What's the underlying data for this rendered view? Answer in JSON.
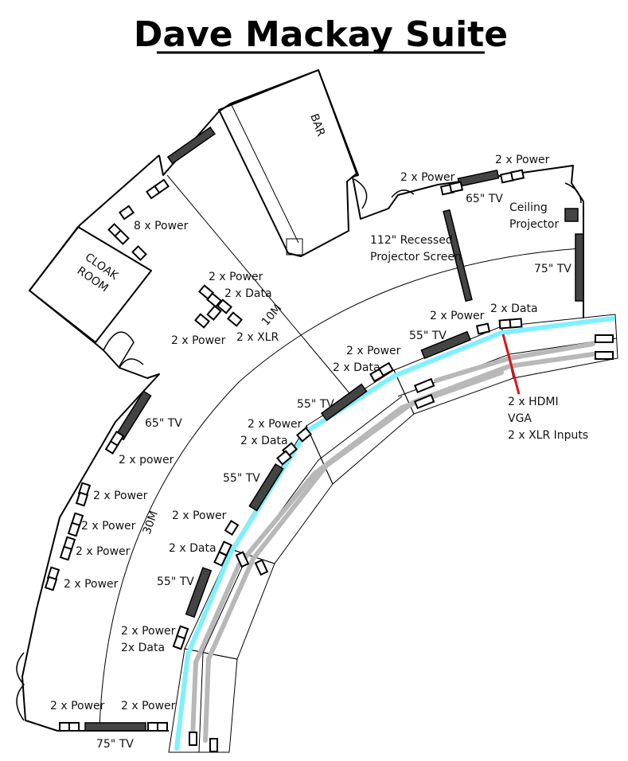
{
  "title": "Dave Mackay Suite",
  "rooms": {
    "bar": "BAR",
    "cloak_room_line1": "CLOAK",
    "cloak_room_line2": "ROOM"
  },
  "dimensions": {
    "short": "10M",
    "long": "30M"
  },
  "labels": {
    "power_8": "8 x Power",
    "power_2": "2 x Power",
    "power_2_lower": "2 x power",
    "data_2": "2 x Data",
    "data_2x": "2x Data",
    "xlr_2": "2 x XLR",
    "tv_65": "65\" TV",
    "tv_55": "55\" TV",
    "tv_75": "75\" TV",
    "screen_line1": "112\" Recessed",
    "screen_line2": "Projector Screen",
    "ceiling_line1": "Ceiling",
    "ceiling_line2": "Projector",
    "inputs_line1": "2 x HDMI",
    "inputs_line2": "VGA",
    "inputs_line3": "2 x XLR Inputs"
  },
  "colors": {
    "cyan_strip": "#7ff0ff",
    "grey_strip": "#b8b8b8",
    "tv": "#444444",
    "cable": "#d9161c"
  }
}
